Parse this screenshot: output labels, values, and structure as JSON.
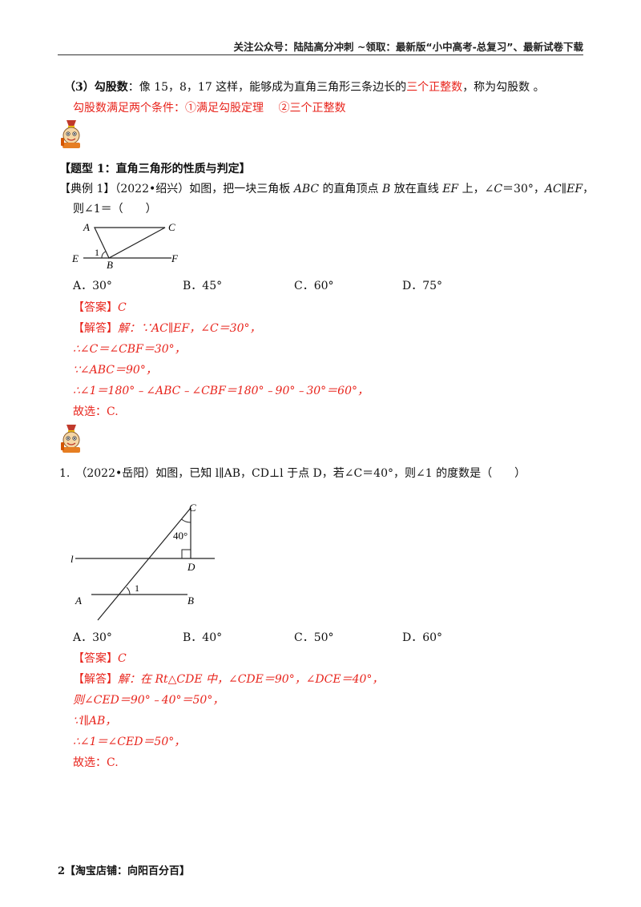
{
  "header": {
    "text": "关注公众号：陆陆高分冲刺 ~领取：最新版“小中高考-总复习”、最新试卷下载"
  },
  "section3": {
    "prefix": "（3）",
    "term": "勾股数",
    "text_a": "：像 15，8，17 这样，能够成为直角三角形三条边长的",
    "highlight": "三个正整数",
    "text_b": "，称为勾股数 。",
    "note": "勾股数满足两个条件：①满足勾股定理　 ②三个正整数"
  },
  "topic1": {
    "title": "【题型 1：直角三角形的性质与判定】"
  },
  "example1": {
    "tag": "【典例 1】",
    "source": "（2022•绍兴）如图，把一块三角板 ",
    "q_abc": "ABC",
    "q_mid1": " 的直角顶点 ",
    "q_b": "B",
    "q_mid2": " 放在直线 ",
    "q_ef": "EF",
    "q_mid3": " 上，∠",
    "q_c": "C",
    "q_mid4": "＝30°，",
    "q_acef": "AC∥EF",
    "q_end": "，",
    "line2": "则∠1＝（　　）",
    "figure": {
      "A": "A",
      "C": "C",
      "E": "E",
      "F": "F",
      "B": "B",
      "one": "1"
    },
    "options": [
      "A．30°",
      "B．45°",
      "C．60°",
      "D．75°"
    ],
    "answer_tag": "【答案】",
    "answer": "C",
    "solution_tag": "【解答】",
    "solution": [
      "解：∵AC∥EF，∠C＝30°，",
      "∴∠C＝∠CBF＝30°，",
      "∵∠ABC＝90°，",
      "∴∠1＝180°﹣∠ABC﹣∠CBF＝180°﹣90°﹣30°＝60°，",
      "故选：C."
    ]
  },
  "question1": {
    "number": "1.",
    "stem": "（2022•岳阳）如图，已知 l∥AB，CD⊥l 于点 D，若∠C＝40°，则∠1 的度数是（　　）",
    "figure": {
      "C": "C",
      "angle": "40°",
      "l": "l",
      "D": "D",
      "A": "A",
      "B": "B",
      "one": "1"
    },
    "options": [
      "A．30°",
      "B．40°",
      "C．50°",
      "D．60°"
    ],
    "answer_tag": "【答案】",
    "answer": "C",
    "solution_tag": "【解答】",
    "solution": [
      "解：在 Rt△CDE 中，∠CDE＝90°，∠DCE＝40°，",
      "则∠CED＝90°﹣40°＝50°，",
      "∵l∥AB，",
      "∴∠1＝∠CED＝50°，",
      "故选：C."
    ]
  },
  "footer": {
    "page": "2",
    "shop": "【淘宝店铺：向阳百分百】"
  },
  "colors": {
    "red": "#e8241c",
    "text": "#111111"
  },
  "icons": [
    "pencil-mascot-icon",
    "pencil-mascot-icon"
  ]
}
